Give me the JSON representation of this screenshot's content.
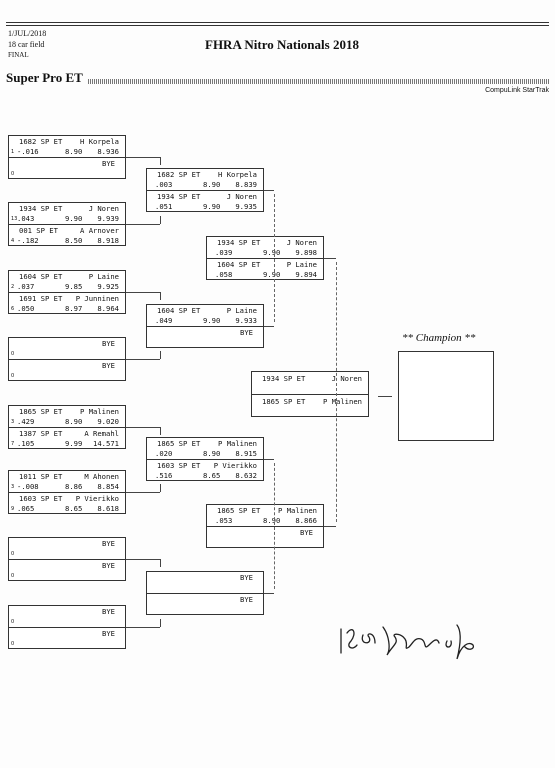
{
  "header": {
    "date": "1/JUL/2018",
    "field": "18 car field",
    "round": "FINAL",
    "title": "FHRA Nitro Nationals 2018",
    "class": "Super Pro ET",
    "brand": "CompuLink StarTrak"
  },
  "bye_label": "BYE",
  "round1": [
    {
      "id": "r1m1",
      "top": {
        "car": "1682 SP ET",
        "name": "H Korpela",
        "lane": "1",
        "rt": "-.016",
        "dial": "8.90",
        "et": "8.936"
      },
      "bottom": {
        "bye": true,
        "lane": "0"
      }
    },
    {
      "id": "r1m2",
      "top": {
        "car": "1934 SP ET",
        "name": "J Noren",
        "lane": "13",
        "rt": ".043",
        "dial": "9.90",
        "et": "9.939"
      },
      "bottom": {
        "car": "001 SP ET",
        "name": "A Arnover",
        "lane": "4",
        "rt": "-.182",
        "dial": "8.50",
        "et": "8.918"
      }
    },
    {
      "id": "r1m3",
      "top": {
        "car": "1604 SP ET",
        "name": "P Laine",
        "lane": "2",
        "rt": ".037",
        "dial": "9.85",
        "et": "9.925"
      },
      "bottom": {
        "car": "1691 SP ET",
        "name": "P Junninen",
        "lane": "6",
        "rt": ".050",
        "dial": "8.97",
        "et": "8.964"
      }
    },
    {
      "id": "r1m4",
      "top": {
        "bye": true,
        "lane": "0"
      },
      "bottom": {
        "bye": true,
        "lane": "0"
      }
    },
    {
      "id": "r1m5",
      "top": {
        "car": "1865 SP ET",
        "name": "P Malinen",
        "lane": "3",
        "rt": ".429",
        "dial": "8.90",
        "et": "9.020"
      },
      "bottom": {
        "car": "1387 SP ET",
        "name": "A Remahl",
        "lane": "7",
        "rt": ".105",
        "dial": "9.99",
        "et": "14.571"
      }
    },
    {
      "id": "r1m6",
      "top": {
        "car": "1011 SP ET",
        "name": "M Ahonen",
        "lane": "3",
        "rt": "-.008",
        "dial": "8.86",
        "et": "8.854"
      },
      "bottom": {
        "car": "1603 SP ET",
        "name": "P Vierikko",
        "lane": "9",
        "rt": ".065",
        "dial": "8.65",
        "et": "8.618"
      }
    },
    {
      "id": "r1m7",
      "top": {
        "bye": true,
        "lane": "0"
      },
      "bottom": {
        "bye": true,
        "lane": "0"
      }
    },
    {
      "id": "r1m8",
      "top": {
        "bye": true,
        "lane": "0"
      },
      "bottom": {
        "bye": true,
        "lane": "0"
      }
    }
  ],
  "round2": [
    {
      "id": "r2m1",
      "top": {
        "car": "1682 SP ET",
        "name": "H Korpela",
        "rt": ".003",
        "dial": "8.90",
        "et": "8.839"
      },
      "bottom": {
        "car": "1934 SP ET",
        "name": "J Noren",
        "rt": ".051",
        "dial": "9.90",
        "et": "9.935"
      }
    },
    {
      "id": "r2m2",
      "top": {
        "car": "1604 SP ET",
        "name": "P Laine",
        "rt": ".049",
        "dial": "9.90",
        "et": "9.933"
      },
      "bottom": {
        "bye": true
      }
    },
    {
      "id": "r2m3",
      "top": {
        "car": "1865 SP ET",
        "name": "P Malinen",
        "rt": ".020",
        "dial": "8.90",
        "et": "8.915"
      },
      "bottom": {
        "car": "1603 SP ET",
        "name": "P Vierikko",
        "rt": ".516",
        "dial": "8.65",
        "et": "8.632"
      }
    },
    {
      "id": "r2m4",
      "top": {
        "bye": true
      },
      "bottom": {
        "bye": true
      }
    }
  ],
  "round3": [
    {
      "id": "r3m1",
      "top": {
        "car": "1934 SP ET",
        "name": "J Noren",
        "rt": ".039",
        "dial": "9.90",
        "et": "9.898"
      },
      "bottom": {
        "car": "1604 SP ET",
        "name": "P Laine",
        "rt": ".058",
        "dial": "9.90",
        "et": "9.894"
      }
    },
    {
      "id": "r3m2",
      "top": {
        "car": "1865 SP ET",
        "name": "P Malinen",
        "rt": ".053",
        "dial": "8.90",
        "et": "8.866"
      },
      "bottom": {
        "bye": true
      }
    }
  ],
  "final": {
    "top": {
      "car": "1934 SP ET",
      "name": "J Noren"
    },
    "bottom": {
      "car": "1865 SP ET",
      "name": "P Malinen"
    }
  },
  "champion": {
    "label": "** Champion **"
  },
  "signature": "18:26 Rayo fe"
}
